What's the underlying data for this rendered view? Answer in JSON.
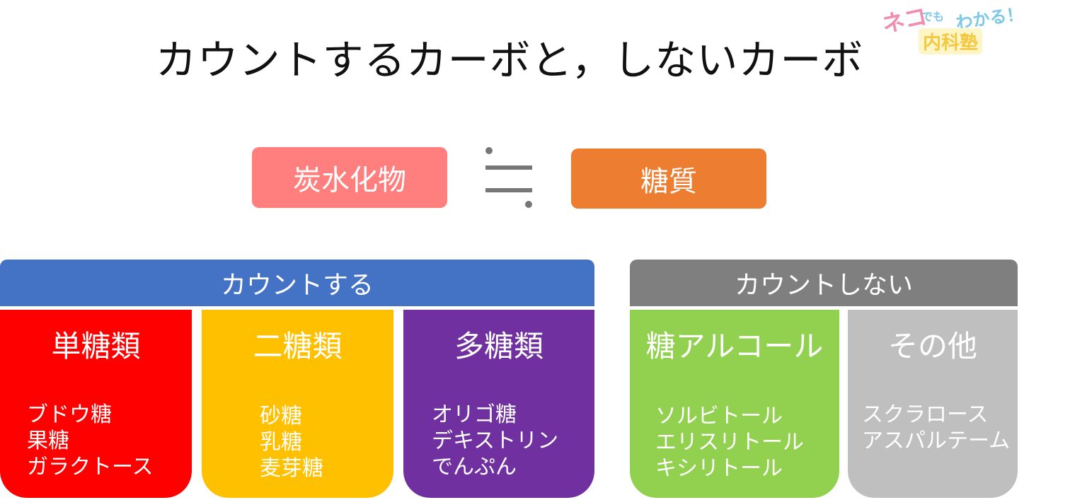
{
  "title": "カウントするカーボと，しないカーボ",
  "logo": {
    "line1": "ネコ",
    "line2": "でも",
    "line3": "わかる！",
    "line4": "内科塾"
  },
  "equation": {
    "left": "炭水化物",
    "right": "糖質",
    "relation_symbol": "≒"
  },
  "groups": {
    "count": {
      "label": "カウントする",
      "color": "#4472c4"
    },
    "no_count": {
      "label": "カウントしない",
      "color": "#7f7f7f"
    }
  },
  "categories": [
    {
      "name": "単糖類",
      "color": "#ff0000",
      "items": [
        "ブドウ糖",
        "果糖",
        "ガラクトース"
      ]
    },
    {
      "name": "二糖類",
      "color": "#ffc000",
      "items": [
        "砂糖",
        "乳糖",
        "麦芽糖"
      ]
    },
    {
      "name": "多糖類",
      "color": "#7030a0",
      "items": [
        "オリゴ糖",
        "デキストリン",
        "でんぷん"
      ]
    },
    {
      "name": "糖アルコール",
      "color": "#92d050",
      "items": [
        "ソルビトール",
        "エリスリトール",
        "キシリトール"
      ]
    },
    {
      "name": "その他",
      "color": "#bfbfbf",
      "items": [
        "スクラロース",
        "アスパルテーム"
      ]
    }
  ]
}
